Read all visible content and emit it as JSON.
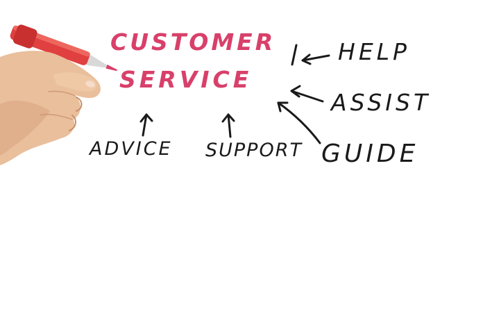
{
  "whiteboard": {
    "title_line1": "CUSTOMER",
    "title_line2": "SERVICE",
    "words": {
      "help": "HELP",
      "assist": "ASSIST",
      "guide": "GUIDE",
      "advice": "ADVICE",
      "support": "SUPPORT"
    }
  },
  "colors": {
    "background": "#ffffff",
    "marker_ink_red": "#d8406a",
    "marker_ink_black": "#1a1a1a",
    "marker_body_red": "#e0403f",
    "skin_tone": "#e9bf9c"
  }
}
